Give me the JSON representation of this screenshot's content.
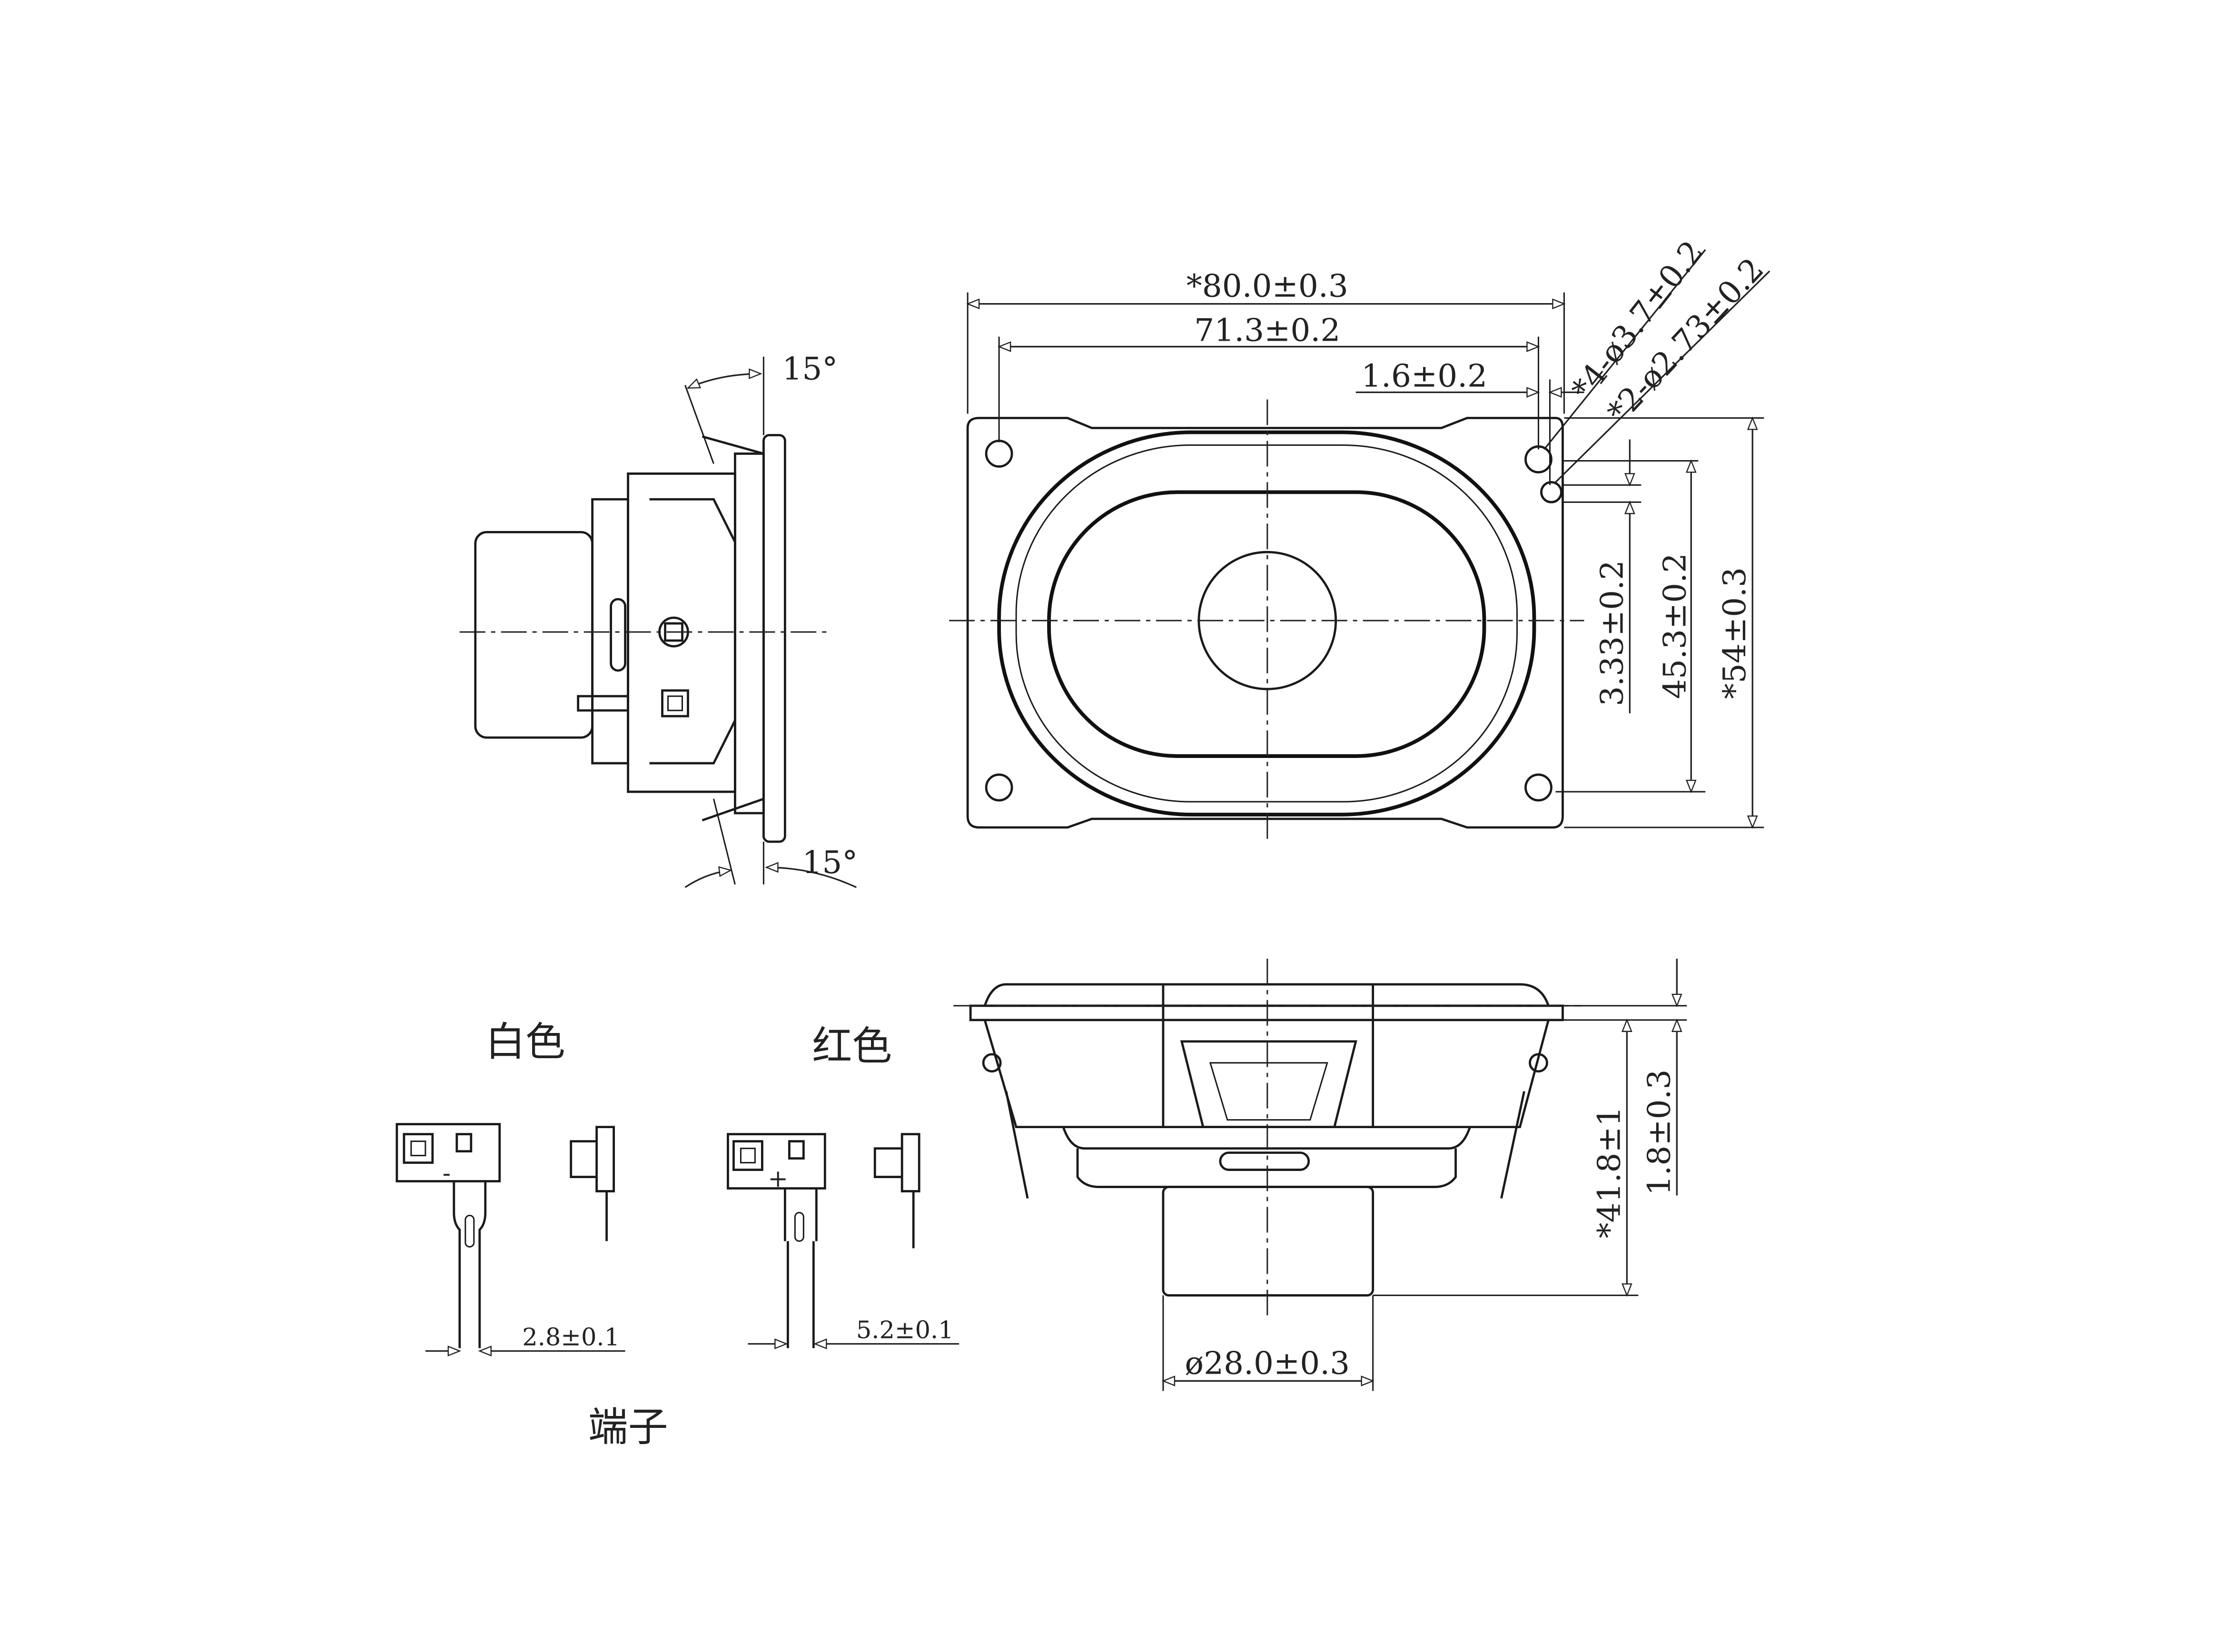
{
  "front_view": {
    "dim_width": "*80.0±0.3",
    "dim_hole_pitch_x": "71.3±0.2",
    "dim_hole_offset": "1.6±0.2",
    "dim_hole_dia_4": "*4-ø3.7±0.2",
    "dim_hole_dia_2": "*2-ø2.73±0.2",
    "dim_small_offset": "3.33±0.2",
    "dim_hole_pitch_y": "45.3±0.2",
    "dim_height": "*54±0.3"
  },
  "side_view": {
    "angle_top": "15°",
    "angle_bottom": "15°"
  },
  "bottom_view": {
    "dim_depth": "*41.8±1",
    "dim_flange": "1.8±0.3",
    "dim_magnet_dia": "ø28.0±0.3"
  },
  "terminals": {
    "white_label": "白色",
    "red_label": "红色",
    "white_width": "2.8±0.1",
    "red_width": "5.2±0.1",
    "caption": "端子",
    "minus_sign": "-",
    "plus_sign": "+"
  }
}
